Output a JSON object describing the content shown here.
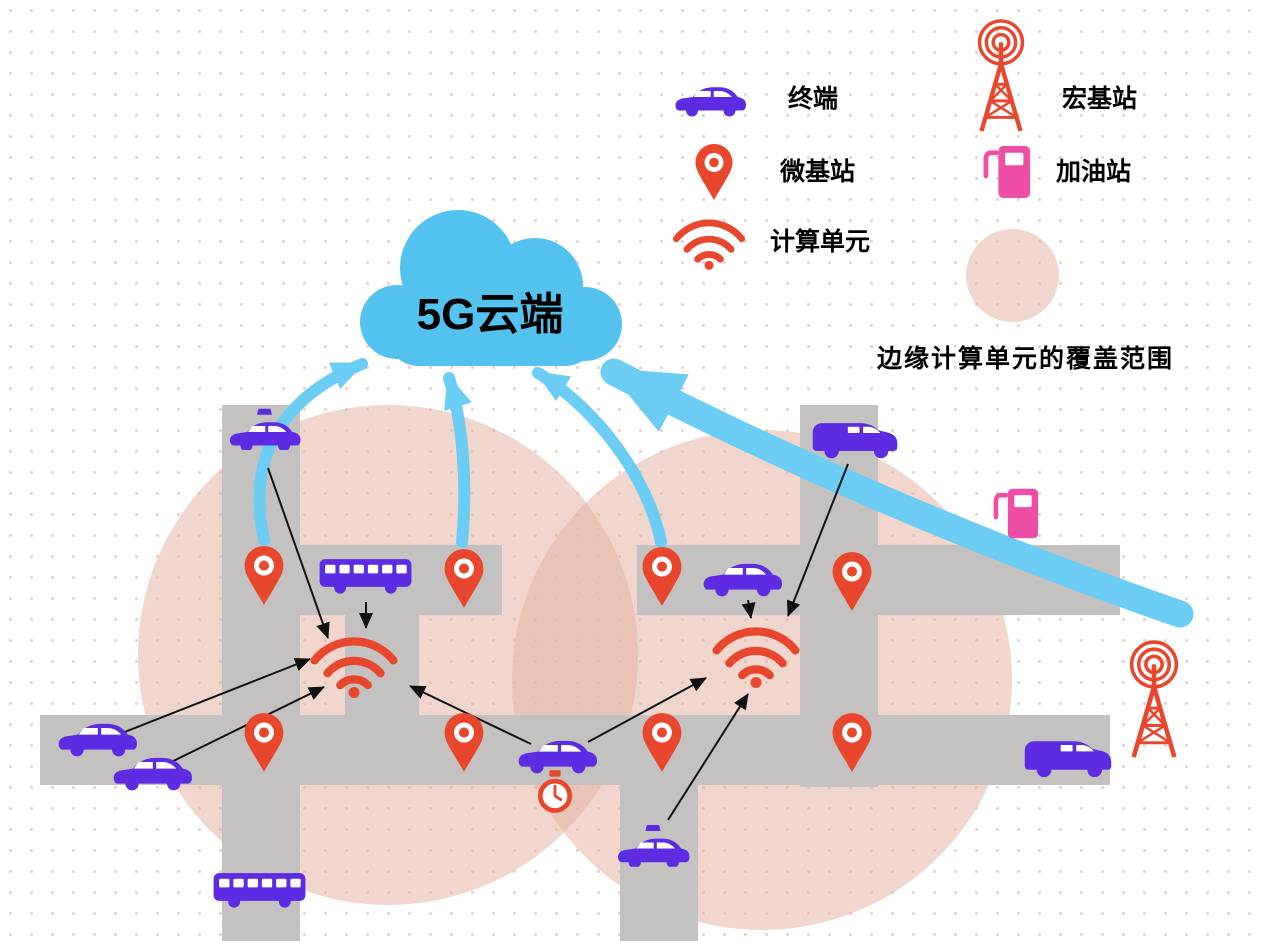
{
  "cloud": {
    "label": "5G云端"
  },
  "legend": {
    "terminal": {
      "icon": "car-icon",
      "label": "终端"
    },
    "macro_station": {
      "icon": "macro-base-station-icon",
      "label": "宏基站"
    },
    "micro_station": {
      "icon": "micro-base-station-icon",
      "label": "微基站"
    },
    "gas_station": {
      "icon": "gas-pump-icon",
      "label": "加油站"
    },
    "computing_unit": {
      "icon": "wifi-icon",
      "label": "计算单元"
    },
    "coverage": {
      "icon": "coverage-circle-swatch",
      "label": "边缘计算单元的覆盖范围"
    }
  },
  "colors": {
    "vehicle": "#5c2be2",
    "station": "#e8472e",
    "gas": "#ee4fa4",
    "cloud": "#54c2ef",
    "arrow": "#6bccf4",
    "road": "#c4c2c0",
    "coverage": "rgba(228,180,162,0.55)",
    "link": "#111111",
    "dot": "#e9d3cc",
    "text": "#000000"
  }
}
